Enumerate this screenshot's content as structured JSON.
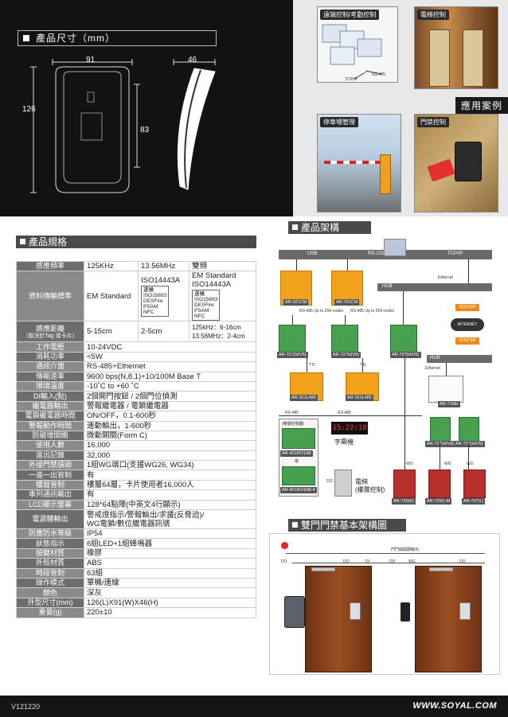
{
  "dimensions": {
    "title": "產品尺寸（mm）",
    "width": "91",
    "depth": "46",
    "height": "126",
    "inner_height": "83"
  },
  "applications": {
    "title": "應用案例",
    "items": [
      {
        "label": "遠端控制/考勤控制",
        "overlay": [
          "RS-485",
          "TCP/IP"
        ]
      },
      {
        "label": "電梯控制"
      },
      {
        "label": "停車場管理"
      },
      {
        "label": "門禁控制"
      }
    ]
  },
  "specs": {
    "title": "產品規格",
    "header": {
      "key": "感應頻率",
      "c1": "125KHz",
      "c2": "13.56MHz",
      "c3": "雙頻"
    },
    "standard": {
      "key": "資料傳輸標準",
      "c1": "EM Standard",
      "c2_main": "ISO14443A",
      "c2_sub": [
        "選購",
        "ISO15693",
        "DESFire",
        "PSAM",
        "NFC"
      ],
      "c3_main": [
        "EM Standard",
        "ISO14443A"
      ],
      "c3_sub": [
        "選購",
        "ISO15693",
        "DESFire",
        "PSAM",
        "NFC"
      ]
    },
    "distance": {
      "key": "感應距離",
      "key_note": "（取決於Tag 或卡片）",
      "c1": "5-15cm",
      "c2": "2-5cm",
      "c3": [
        "125kHz：6-16cm",
        "13.56MHz：2-4cm"
      ]
    },
    "rows": [
      {
        "k": "工作電壓",
        "v": "10-24VDC"
      },
      {
        "k": "消耗功率",
        "v": "<5W"
      },
      {
        "k": "通訊介面",
        "v": "RS-485+Ethernet"
      },
      {
        "k": "傳輸速率",
        "v": "9600 bps(N,8,1)+10/100M Base T"
      },
      {
        "k": "環境溫度",
        "v": "-10˚C to +60 ˚C"
      },
      {
        "k": "DI輸入(點)",
        "v": "2個開門按鈕 / 2個門位偵測"
      },
      {
        "k": "繼電器輸出",
        "v": "警報繼電器 / 電鎖繼電器"
      },
      {
        "k": "電鎖繼電器時間",
        "v": "ON/OFF，0.1-600秒"
      },
      {
        "k": "警報動作時間",
        "v": "連動輸出，1-600秒"
      },
      {
        "k": "防破壞開關",
        "v": "微動開關(Form C)"
      },
      {
        "k": "使用人數",
        "v": "16,000"
      },
      {
        "k": "進出記錄",
        "v": "32,000"
      },
      {
        "k": "外接門禁讀頭",
        "v": "1組WG端口(支援WG26, WG34)"
      },
      {
        "k": "一進一出管制",
        "v": "有"
      },
      {
        "k": "樓層管制",
        "v": "樓層64層，卡片使用者16,000人"
      },
      {
        "k": "串列通訊輸出",
        "v": "有"
      },
      {
        "k": "LCD顯示螢幕",
        "v": "128*64點陣(中英文4行顯示)"
      }
    ],
    "lcd_indicator": {
      "k": "電源體輸出",
      "v": [
        "警戒燈指示/警報輸出/求援(反脅迫)/",
        "WG電鎖/數位繼電器訊號"
      ]
    },
    "rows2": [
      {
        "k": "防塵防水等級",
        "v": "IP54"
      },
      {
        "k": "狀態指示",
        "v": "6組LED+1組蜂鳴器"
      },
      {
        "k": "按鍵材質",
        "v": "橡膠"
      },
      {
        "k": "外殼材質",
        "v": "ABS"
      },
      {
        "k": "時段管制",
        "v": "63組"
      },
      {
        "k": "操作模式",
        "v": "單機/連線"
      },
      {
        "k": "顏色",
        "v": "深灰"
      },
      {
        "k": "外型尺寸(mm)",
        "v": "126(L)X91(W)X46(H)"
      },
      {
        "k": "重量(g)",
        "v": "220±10"
      }
    ]
  },
  "architecture": {
    "title": "產品架構",
    "bus_labels": [
      "USB",
      "RS-232",
      "TCP/IP"
    ],
    "converters": [
      "AR-321CM",
      "AR-701CM"
    ],
    "converter_notes": [
      "RS-485\nUp to 254 nodes",
      "RS-485\nUp to 254 nodes"
    ],
    "ethernet": "Ethernet",
    "hub": "HUB",
    "router": "ROUTER",
    "internet": "INTERNET",
    "controllers": [
      "AR-727(H/V5)",
      "AR-727H(V5)",
      "AR-727(H/V5)"
    ],
    "ttl": "TTL",
    "modules": [
      "AR-321L485",
      "AR-321L485"
    ],
    "rs485": "RS-485",
    "clock_display": "15:22:18",
    "clock_label": "字幕機",
    "floor_board": "(樓層控制器)",
    "floor_units": [
      "AR-401RO16B",
      "AR-401RO16B-4"
    ],
    "or": "或",
    "do": "DO",
    "elevator": [
      "電梯",
      "(樓層控制)"
    ],
    "keypad": "AR-716Ei",
    "readers": [
      "AR-727(H/V5)",
      "AR-727(H/V5)"
    ],
    "wg": "WG",
    "ext_readers": [
      "AR-725(K)",
      "AR-725U-M",
      "AR-737(L)"
    ]
  },
  "door": {
    "title": "雙門門禁基本架構圖",
    "labels": [
      "門門磁開關輸出",
      "DO",
      "DO",
      "DI",
      "DO",
      "WG",
      "DO"
    ]
  },
  "footer": {
    "version": "V121220",
    "site": "WWW.SOYAL.COM"
  }
}
